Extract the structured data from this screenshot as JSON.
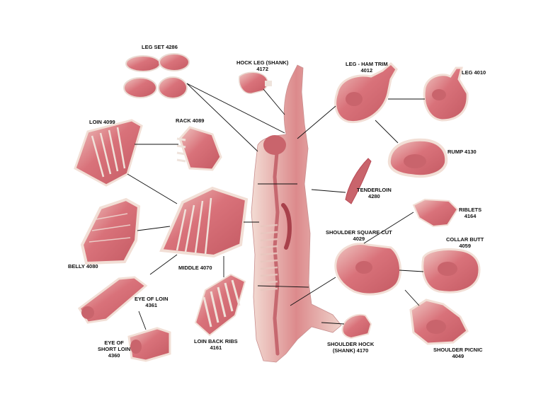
{
  "colors": {
    "background": "#ffffff",
    "meat": "#d9727a",
    "meat_dark": "#b84a55",
    "fat": "#f2dfd6",
    "bone": "#efe3dc",
    "leader_line": "#111111",
    "label_text": "#111111"
  },
  "cuts": {
    "leg_set": {
      "name": "LEG SET",
      "code": "4286"
    },
    "hock_leg": {
      "name": "HOCK LEG (SHANK)",
      "code": "4172"
    },
    "leg_ham_trim": {
      "name": "LEG - HAM TRIM",
      "code": "4012"
    },
    "leg": {
      "name": "LEG",
      "code": "4010"
    },
    "loin": {
      "name": "LOIN",
      "code": "4099"
    },
    "rack": {
      "name": "RACK",
      "code": "4089"
    },
    "rump": {
      "name": "RUMP",
      "code": "4130"
    },
    "tenderloin": {
      "name": "TENDERLOIN",
      "code": "4280"
    },
    "riblets": {
      "name": "RIBLETS",
      "code": "4164"
    },
    "shoulder_square_cut": {
      "name": "SHOULDER SQUARE CUT",
      "code": "4029"
    },
    "collar_butt": {
      "name": "COLLAR BUTT",
      "code": "4059"
    },
    "belly": {
      "name": "BELLY",
      "code": "4080"
    },
    "middle": {
      "name": "MIDDLE",
      "code": "4070"
    },
    "eye_of_loin": {
      "name": "EYE OF LOIN",
      "code": "4361"
    },
    "eye_of_short_loin": {
      "name_line1": "EYE OF",
      "name_line2": "SHORT LOIN",
      "code": "4360"
    },
    "loin_back_ribs": {
      "name": "LOIN BACK RIBS",
      "code": "4161"
    },
    "shoulder_hock": {
      "name_line1": "SHOULDER HOCK",
      "name_line2": "(SHANK)",
      "code": "4170"
    },
    "shoulder_picnic": {
      "name": "SHOULDER PICNIC",
      "code": "4049"
    }
  }
}
